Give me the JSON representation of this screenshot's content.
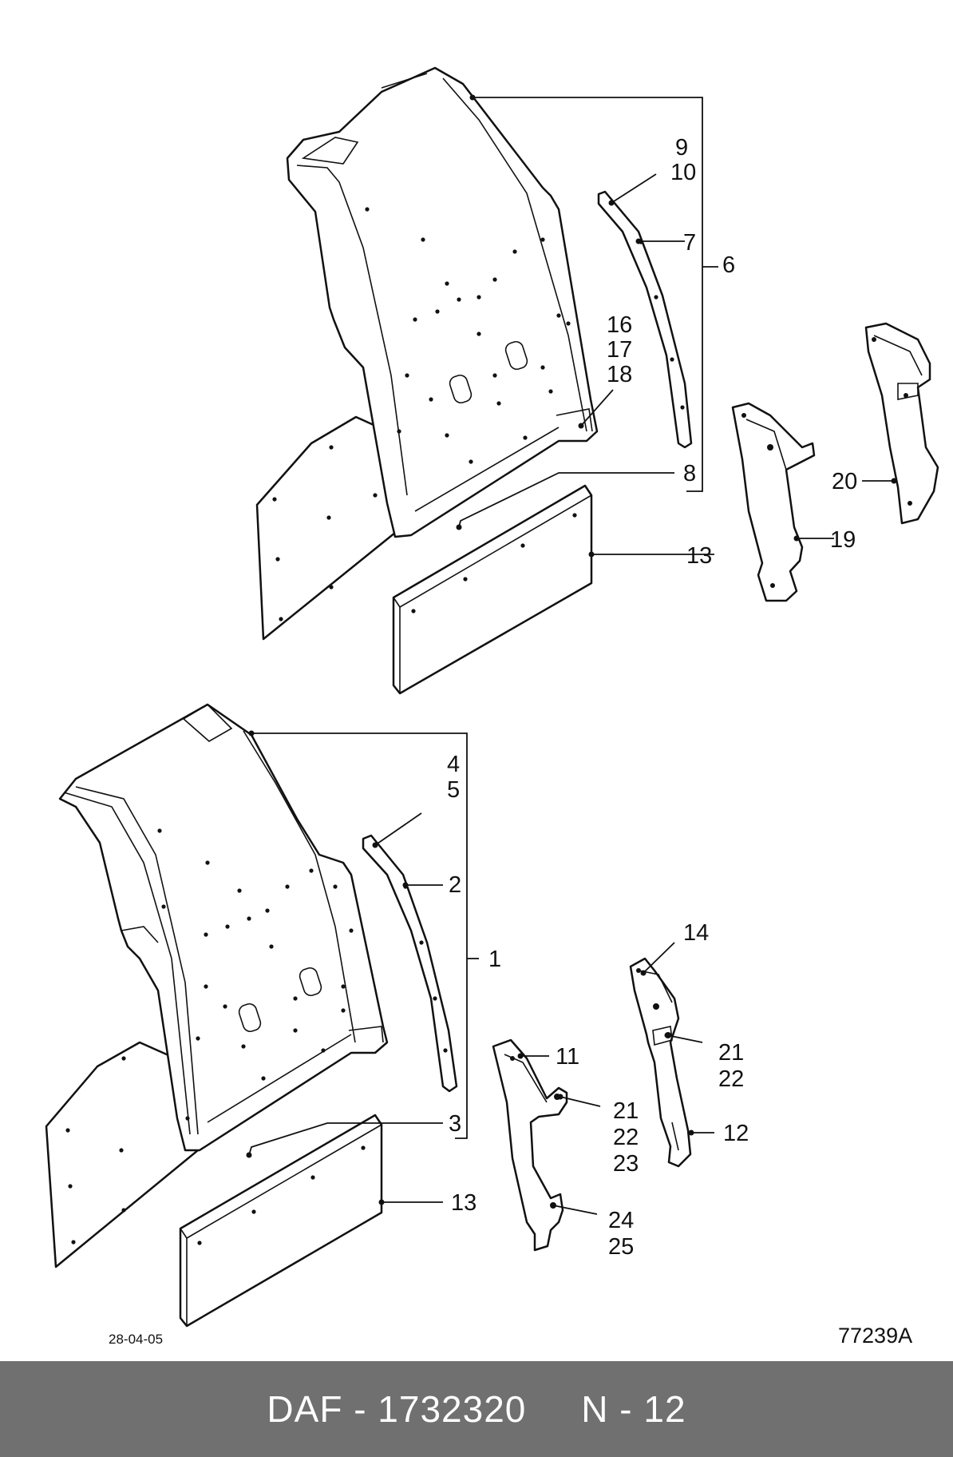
{
  "diagram": {
    "top_labels": [
      "9",
      "10",
      "7",
      "6",
      "16",
      "17",
      "18",
      "8",
      "13",
      "19",
      "20"
    ],
    "bottom_labels": [
      "4",
      "5",
      "2",
      "1",
      "3",
      "13",
      "14",
      "11",
      "21",
      "22",
      "23",
      "21",
      "22",
      "12",
      "24",
      "25"
    ],
    "date": "28-04-05",
    "drawing_code": "77239A"
  },
  "footer": {
    "text": "DAF - 1732320     N - 12"
  }
}
